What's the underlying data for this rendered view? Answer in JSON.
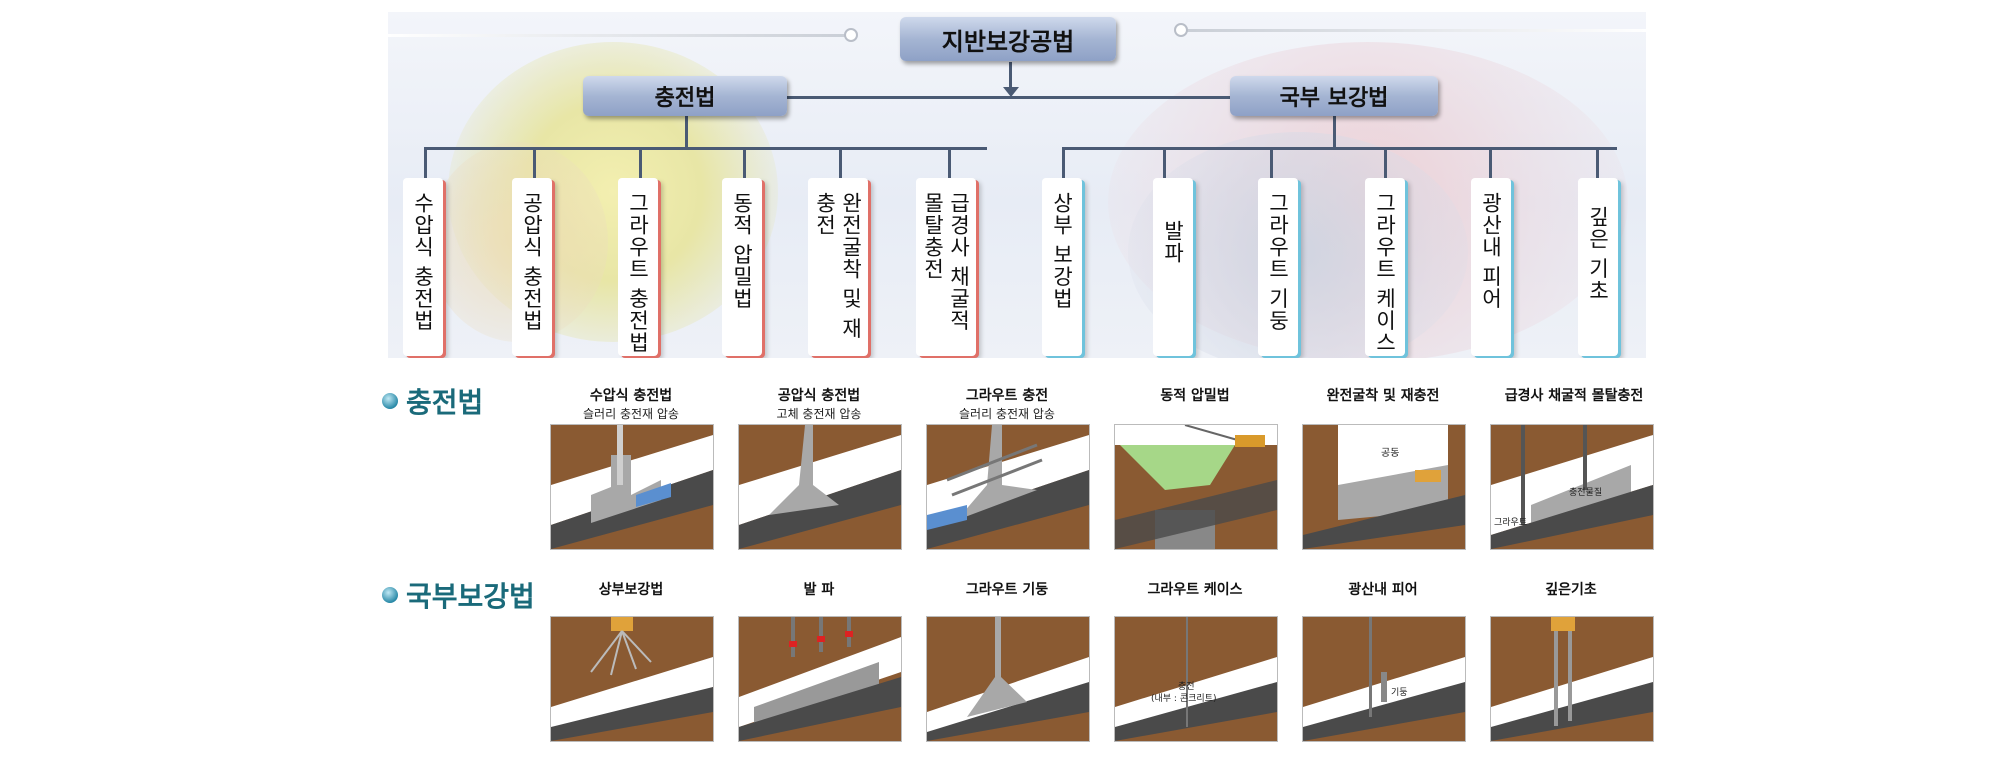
{
  "title": "지반보강공법",
  "branches": [
    {
      "label": "충전법",
      "items": [
        "수압식 충전법",
        "공압식 충전법",
        "그라우트 충전법",
        "동적 압밀법",
        "완전굴착 및 재충전",
        "급경사 채굴적 몰탈충전"
      ]
    },
    {
      "label": "국부 보강법",
      "items": [
        "상부 보강법",
        "발파",
        "그라우트 기둥",
        "그라우트 케이스",
        "광산내 피어",
        "깊은 기초"
      ]
    }
  ],
  "sections": [
    {
      "label": "충전법",
      "panels": [
        {
          "caption": "수압식 충전법",
          "subcaption": "슬러리 충전재 압송",
          "labels": []
        },
        {
          "caption": "공압식 충전법",
          "subcaption": "고체 충전재 압송",
          "labels": []
        },
        {
          "caption": "그라우트 충전",
          "subcaption": "슬러리 충전재 압송",
          "labels": []
        },
        {
          "caption": "동적 압밀법",
          "subcaption": "",
          "labels": []
        },
        {
          "caption": "완전굴착 및 재충전",
          "subcaption": "",
          "labels": [
            "공동"
          ]
        },
        {
          "caption": "급경사 채굴적 몰탈충전",
          "subcaption": "",
          "labels": [
            "충전물질",
            "그라우트"
          ]
        }
      ]
    },
    {
      "label": "국부보강법",
      "panels": [
        {
          "caption": "상부보강법",
          "subcaption": "",
          "labels": []
        },
        {
          "caption": "발 파",
          "subcaption": "",
          "labels": []
        },
        {
          "caption": "그라우트 기둥",
          "subcaption": "",
          "labels": []
        },
        {
          "caption": "그라우트 케이스",
          "subcaption": "",
          "labels": [
            "충전",
            "(내부 : 콘크리트)"
          ]
        },
        {
          "caption": "광산내 피어",
          "subcaption": "",
          "labels": [
            "기둥"
          ]
        },
        {
          "caption": "깊은기초",
          "subcaption": "",
          "labels": []
        }
      ]
    }
  ],
  "colors": {
    "header_fill": "#9fb0d0",
    "connector": "#4a5a74",
    "red_accent": "#e07068",
    "blue_accent": "#6fc3dc",
    "section_text": "#1a6a7a",
    "soil_brown": "#8a5a32",
    "rock_gray": "#4a4a4a"
  }
}
